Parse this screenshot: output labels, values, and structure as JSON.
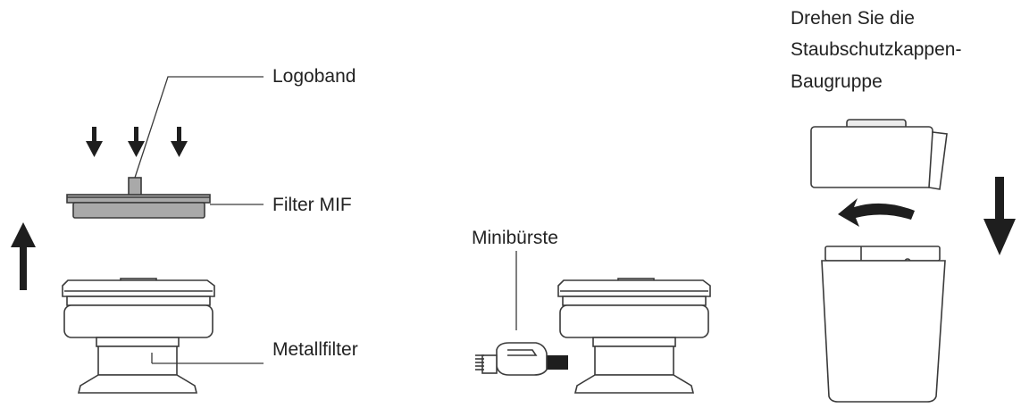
{
  "labels": {
    "logoband": "Logoband",
    "filter_mif": "Filter MIF",
    "metallfilter": "Metallfilter",
    "minibuerste": "Minibürste",
    "instruction_line1": "Drehen Sie die",
    "instruction_line2": "Staubschutzkappen-",
    "instruction_line3": "Baugruppe"
  },
  "colors": {
    "line": "#3a3a3a",
    "filter_fill": "#a9a9a9",
    "arrow": "#1e1e1e",
    "text": "#222222"
  }
}
